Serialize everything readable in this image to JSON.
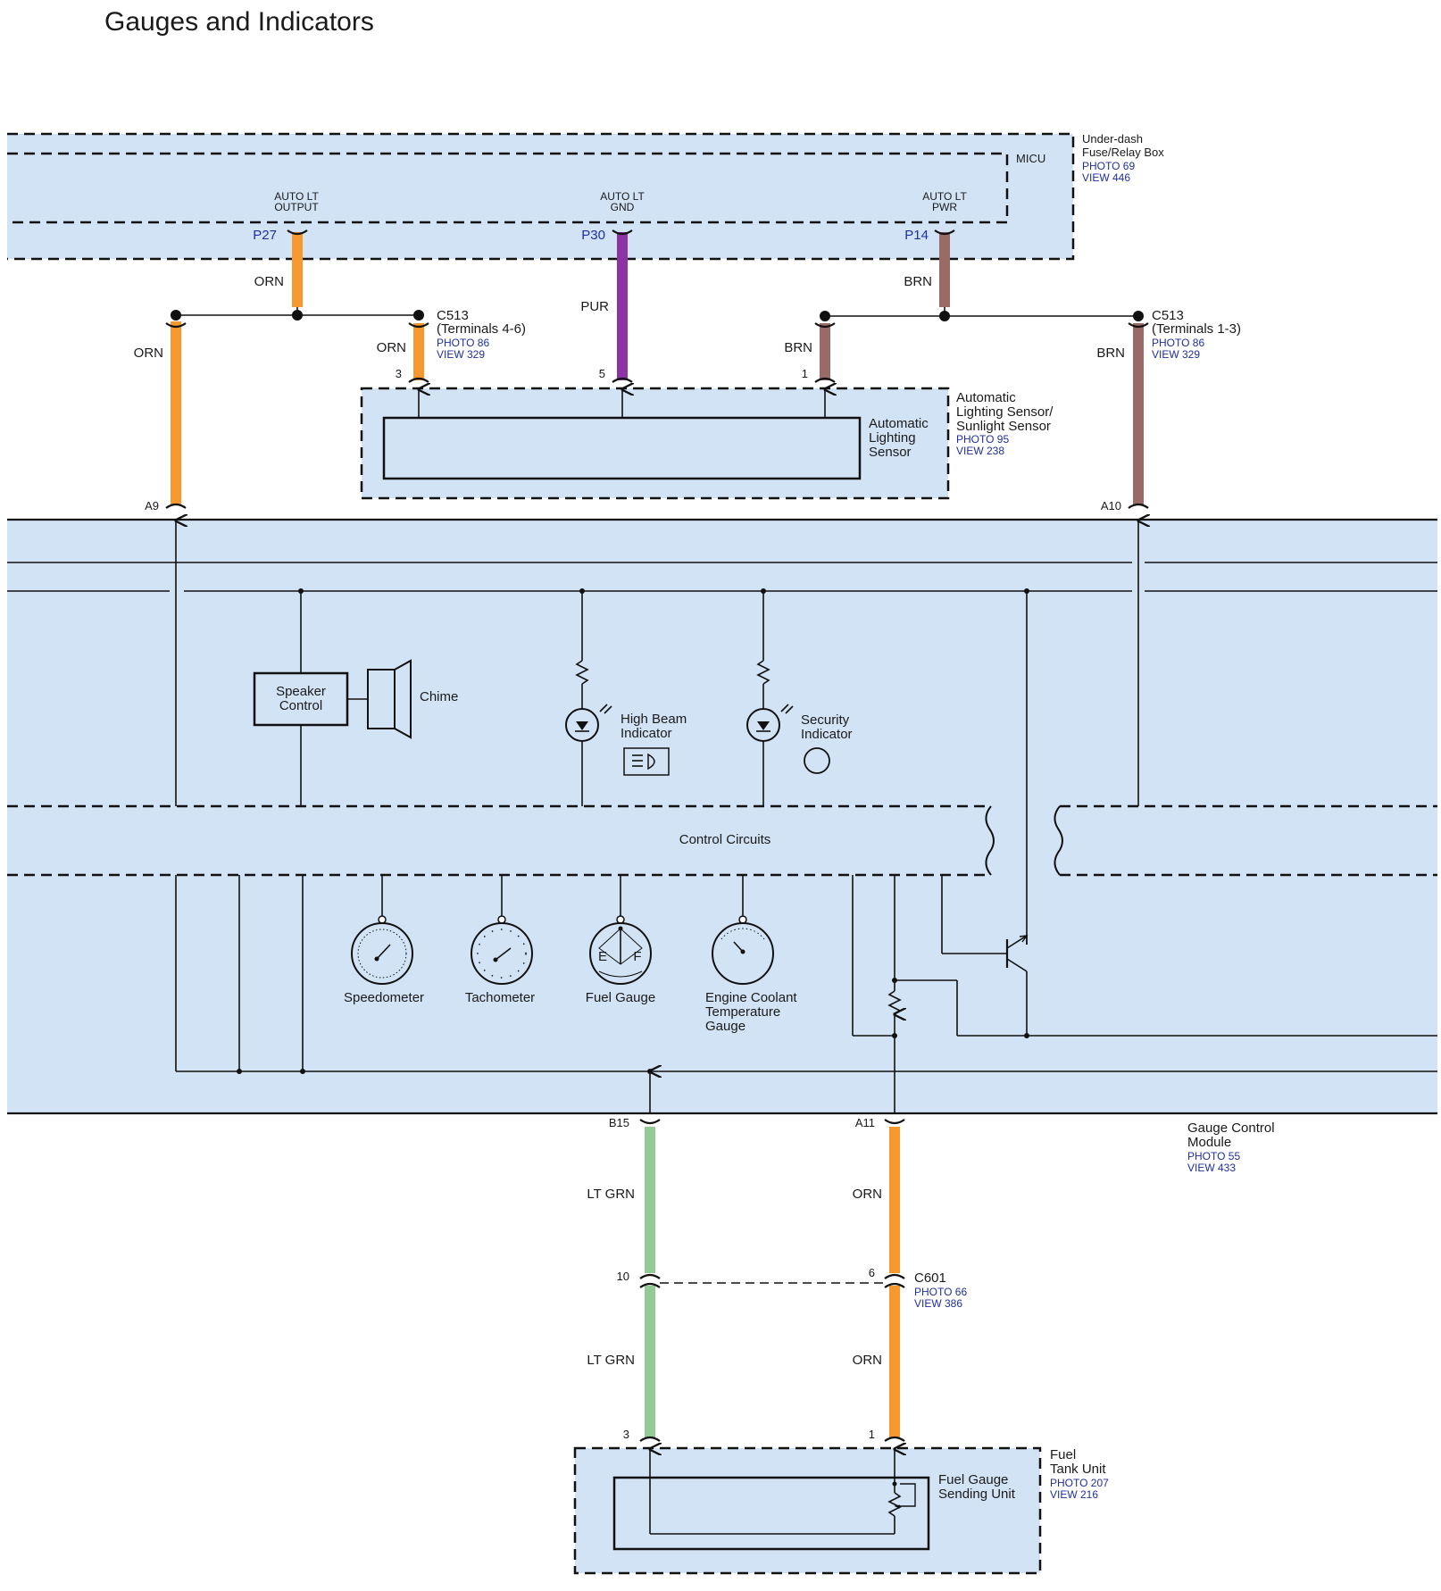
{
  "title": "Gauges and Indicators",
  "colors": {
    "background_blue": "#d2e3f5",
    "wire_orange": "#f6982d",
    "wire_purple": "#8e33a6",
    "wire_brown": "#9a6a66",
    "wire_green": "#93ca96",
    "reference_text": "#1f2f9e"
  },
  "fuse_box": {
    "name_line1": "Under-dash",
    "name_line2": "Fuse/Relay Box",
    "photo": "PHOTO 69",
    "view": "VIEW 446",
    "inner_name": "MICU",
    "terminals": {
      "output": {
        "label_line1": "AUTO LT",
        "label_line2": "OUTPUT",
        "pin": "P27",
        "wire": "ORN"
      },
      "gnd": {
        "label_line1": "AUTO LT",
        "label_line2": "GND",
        "pin": "P30",
        "wire": "PUR"
      },
      "pwr": {
        "label_line1": "AUTO LT",
        "label_line2": "PWR",
        "pin": "P14",
        "wire": "BRN"
      }
    }
  },
  "c513_left": {
    "name": "C513",
    "terminals": "(Terminals 4-6)",
    "photo": "PHOTO 86",
    "view": "VIEW 329"
  },
  "c513_right": {
    "name": "C513",
    "terminals": "(Terminals 1-3)",
    "photo": "PHOTO 86",
    "view": "VIEW 329"
  },
  "wires": {
    "a9_wire": "ORN",
    "pin3_wire": "ORN",
    "pin1_wire": "BRN",
    "a10_wire": "BRN",
    "b15_wire_upper": "LT GRN",
    "b15_wire_lower": "LT GRN",
    "a11_wire_upper": "ORN",
    "a11_wire_lower": "ORN"
  },
  "sensor": {
    "name_line1": "Automatic",
    "name_line2": "Lighting Sensor/",
    "name_line3": "Sunlight Sensor",
    "photo": "PHOTO 95",
    "view": "VIEW 238",
    "inner_line1": "Automatic",
    "inner_line2": "Lighting",
    "inner_line3": "Sensor",
    "pins": {
      "left": "3",
      "middle": "5",
      "right": "1"
    }
  },
  "gauge_module": {
    "name_line1": "Gauge Control",
    "name_line2": "Module",
    "photo": "PHOTO 55",
    "view": "VIEW 433",
    "pins": {
      "a9": "A9",
      "a10": "A10",
      "b15": "B15",
      "a11": "A11"
    },
    "speaker_control_line1": "Speaker",
    "speaker_control_line2": "Control",
    "chime": "Chime",
    "high_beam_line1": "High Beam",
    "high_beam_line2": "Indicator",
    "security_line1": "Security",
    "security_line2": "Indicator",
    "control_circuits": "Control Circuits",
    "speedometer": "Speedometer",
    "tachometer": "Tachometer",
    "fuel_gauge": "Fuel Gauge",
    "fuel_empty": "E",
    "fuel_full": "F",
    "coolant_line1": "Engine Coolant",
    "coolant_line2": "Temperature",
    "coolant_line3": "Gauge"
  },
  "c601": {
    "name": "C601",
    "photo": "PHOTO 66",
    "view": "VIEW 386",
    "pin_left": "10",
    "pin_right": "6"
  },
  "fuel_tank": {
    "name_line1": "Fuel",
    "name_line2": "Tank Unit",
    "photo": "PHOTO 207",
    "view": "VIEW 216",
    "inner_line1": "Fuel Gauge",
    "inner_line2": "Sending Unit",
    "pin_left": "3",
    "pin_right": "1"
  }
}
